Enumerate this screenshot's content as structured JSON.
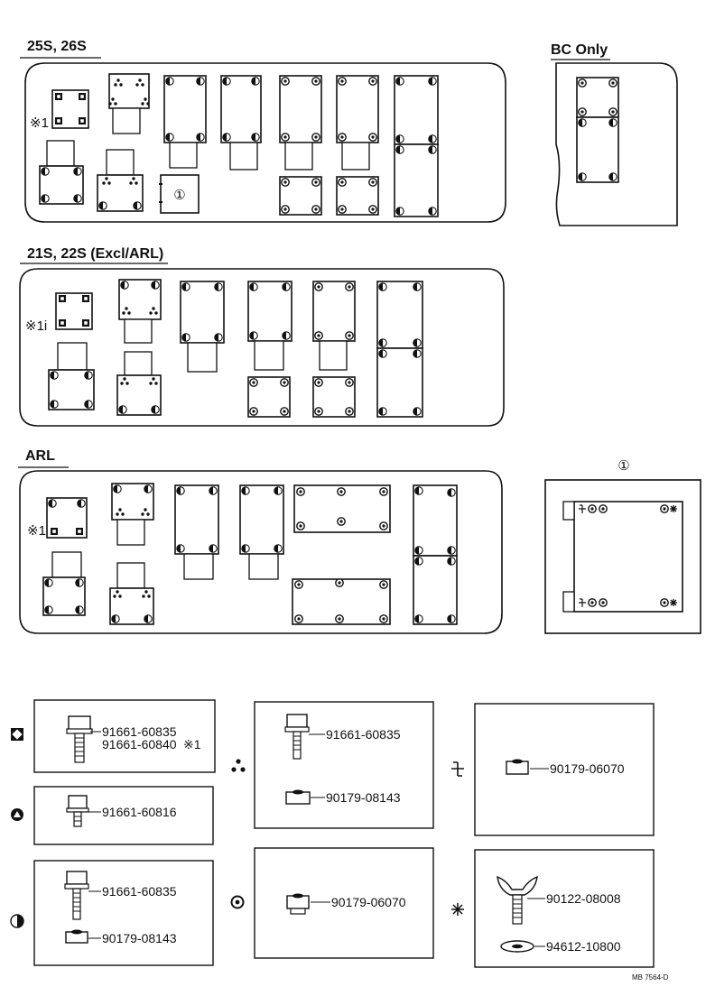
{
  "sections": {
    "s25": "25S, 26S",
    "bc": "BC Only",
    "s21": "21S, 22S (Excl/ARL)",
    "arl": "ARL",
    "detail_num": "①",
    "note": "※1",
    "note2": "※1i"
  },
  "parts": {
    "bolt_a1": "91661-60835",
    "bolt_a2": "91661-60840",
    "bolt_a2_note": "※1",
    "bolt_b": "91661-60816",
    "bolt_c": "91661-60835",
    "nut_c": "90179-08143",
    "bolt_d": "91661-60835",
    "nut_d": "90179-08143",
    "nut_e": "90179-06070",
    "nut_f": "90179-06070",
    "bolt_g": "90122-08008",
    "washer_g": "94612-10800"
  },
  "footer": "MB 7564-D"
}
